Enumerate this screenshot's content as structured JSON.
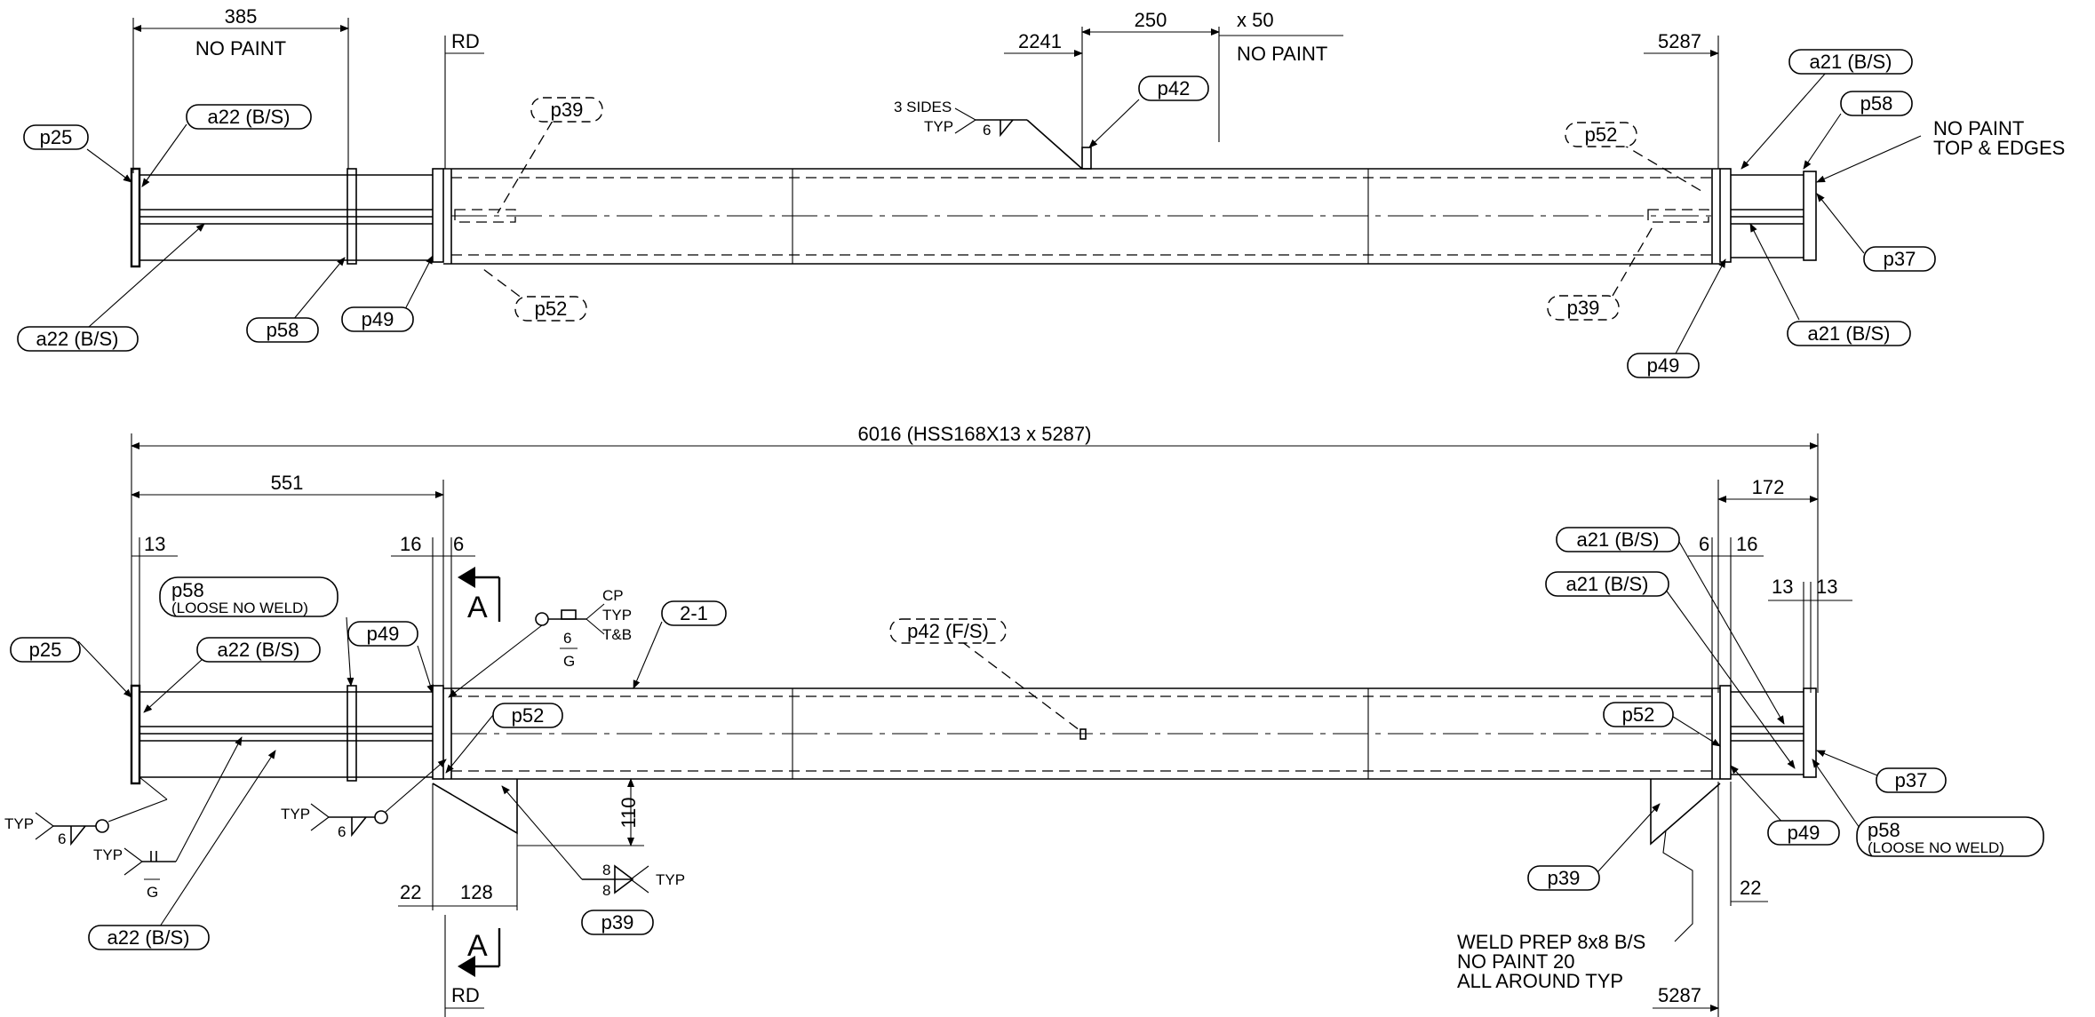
{
  "dims": {
    "top_385": "385",
    "top_rd": "RD",
    "top_2241": "2241",
    "top_250": "250",
    "top_x50": "x 50",
    "top_5287": "5287",
    "bot_overall": "6016 (HSS168X13 x 5287)",
    "bot_551": "551",
    "bot_13_left": "13",
    "bot_16_left": "16",
    "bot_6_left": "6",
    "bot_172": "172",
    "bot_6_right": "6",
    "bot_16_right": "16",
    "bot_13_r1": "13",
    "bot_13_r2": "13",
    "bot_110": "110",
    "bot_22_left": "22",
    "bot_128": "128",
    "bot_rd": "RD",
    "bot_22_right": "22",
    "bot_5287": "5287"
  },
  "notes": {
    "no_paint_1": "NO PAINT",
    "no_paint_2": "NO PAINT",
    "no_paint_top_line1": "NO PAINT",
    "no_paint_top_line2": "TOP & EDGES",
    "three_sides": "3 SIDES",
    "typ": "TYP",
    "weld_prep_line1": "WELD PREP 8x8 B/S",
    "weld_prep_line2": "NO PAINT 20",
    "weld_prep_line3": "ALL AROUND TYP",
    "loose_no_weld_1": "(LOOSE NO WELD)",
    "loose_no_weld_2": "(LOOSE NO WELD)"
  },
  "welds": {
    "top_size": "6",
    "cp": "CP",
    "cp_typ": "TYP",
    "cp_tb": "T&B",
    "cp_size": "6",
    "cp_g": "G",
    "bl_typ": "TYP",
    "bl_size": "6",
    "bl2_typ": "TYP",
    "bl2_g": "G",
    "bm_typ": "TYP",
    "bm_size": "6",
    "p39_size_top": "8",
    "p39_size_bot": "8",
    "p39_typ": "TYP"
  },
  "section": {
    "top": "A",
    "bottom": "A"
  },
  "tags_top": {
    "p25": "p25",
    "a22_top": "a22 (B/S)",
    "a22_bot": "a22 (B/S)",
    "p58": "p58",
    "p49": "p49",
    "p39": "p39",
    "p52": "p52",
    "p42": "p42",
    "p52_r": "p52",
    "p39_r": "p39",
    "a21_top": "a21 (B/S)",
    "p58_r": "p58",
    "p37": "p37",
    "a21_bot": "a21 (B/S)",
    "p49_r": "p49"
  },
  "tags_bot": {
    "p58": "p58",
    "p25": "p25",
    "a22_top": "a22 (B/S)",
    "p49": "p49",
    "p52": "p52",
    "mark": "2-1",
    "p42": "p42 (F/S)",
    "a21_1": "a21 (B/S)",
    "a21_2": "a21 (B/S)",
    "p52_r": "p52",
    "p37": "p37",
    "p49_r": "p49",
    "p58_r": "p58",
    "p39_r": "p39",
    "p39": "p39",
    "a22_bot": "a22 (B/S)"
  }
}
